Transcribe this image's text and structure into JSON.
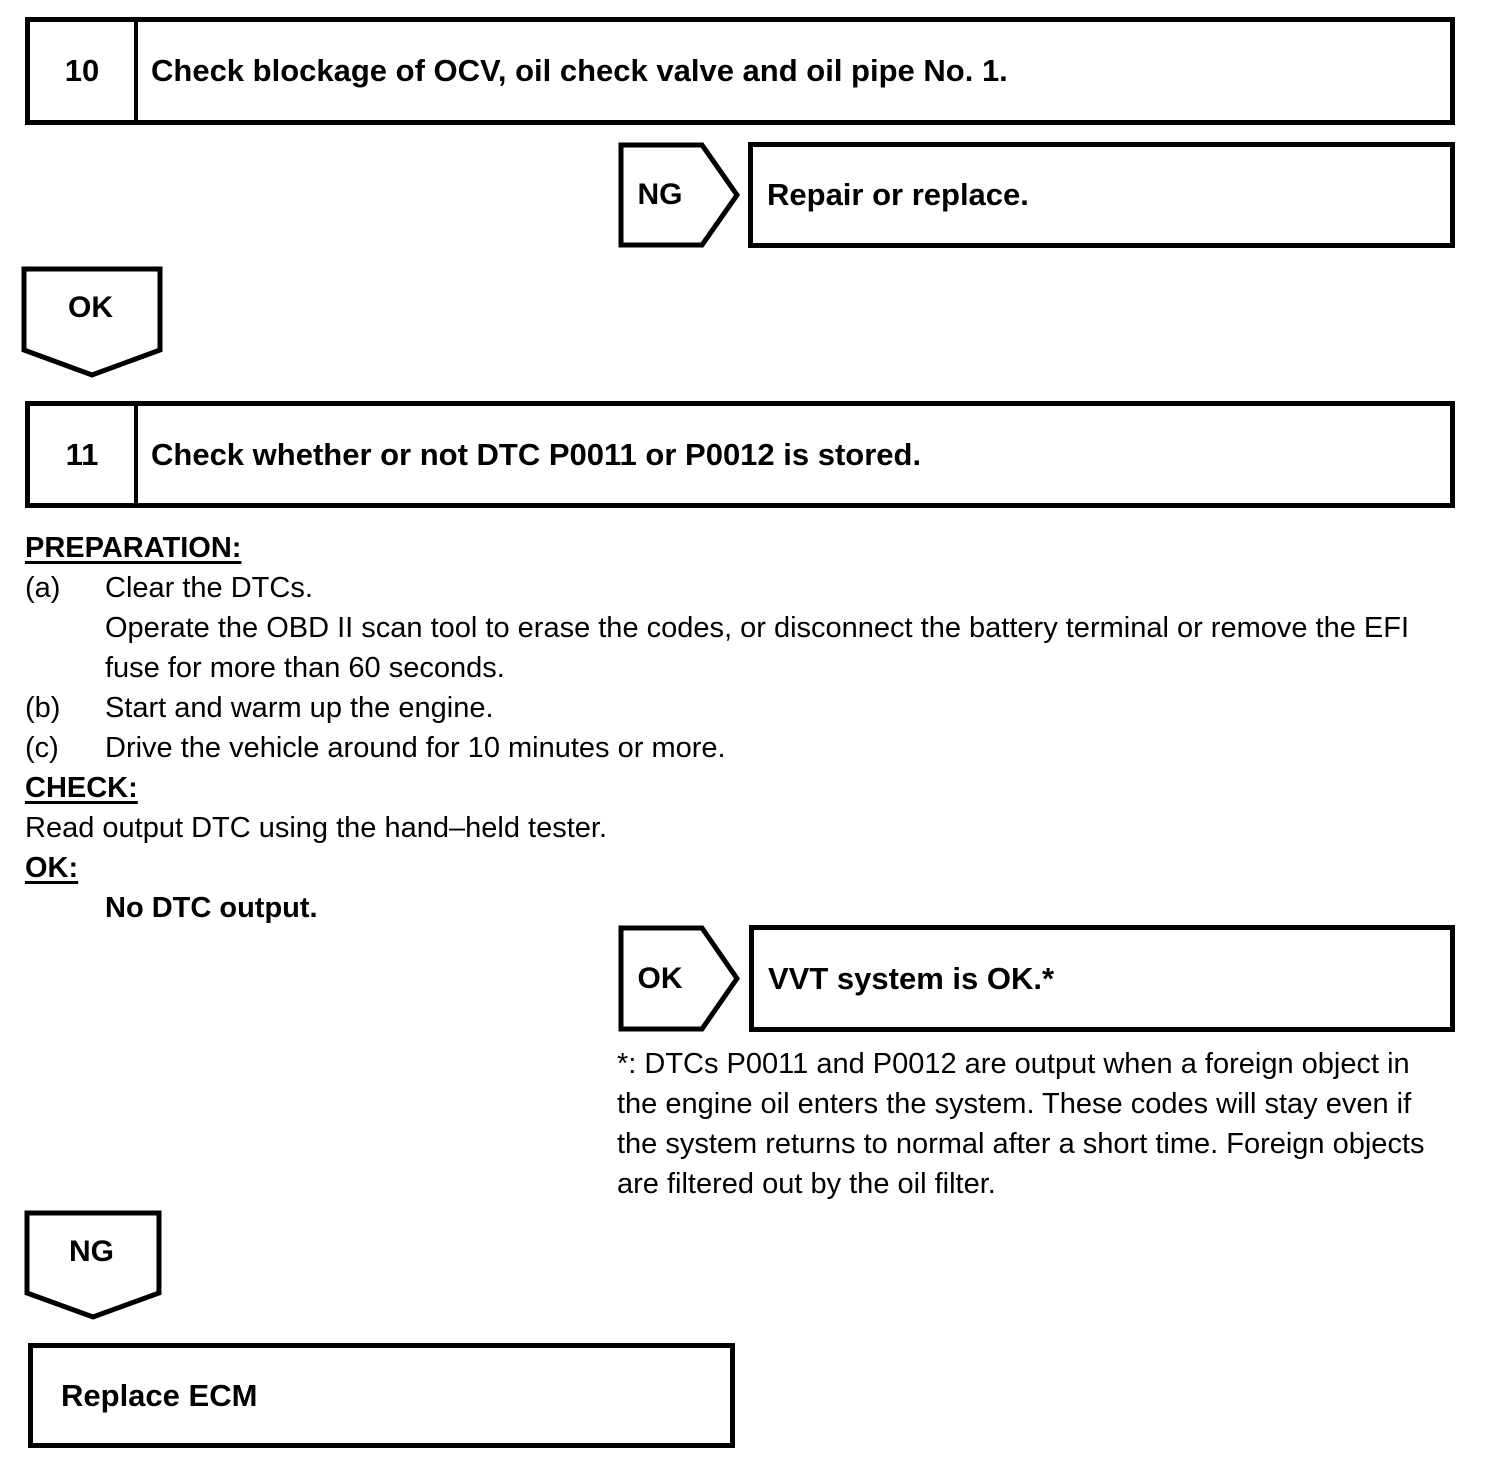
{
  "page": {
    "background": "#ffffff",
    "ink": "#000000"
  },
  "steps": [
    {
      "number": "10",
      "title": "Check blockage of OCV, oil check valve and oil pipe No. 1."
    },
    {
      "number": "11",
      "title": "Check whether or not DTC P0011 or P0012 is stored."
    }
  ],
  "branches": {
    "ng_top": {
      "label": "NG",
      "result": "Repair or replace."
    },
    "ok_result": {
      "label": "OK",
      "result": "VVT system is OK.*"
    }
  },
  "connectors": {
    "ok_down": {
      "label": "OK"
    },
    "ng_down": {
      "label": "NG"
    }
  },
  "sections": {
    "preparation": {
      "heading": "PREPARATION:",
      "items": [
        {
          "marker": "(a)",
          "lines": [
            "Clear the DTCs.",
            "Operate the OBD II scan tool to erase the codes, or disconnect the battery terminal or remove the EFI",
            "fuse for more than 60 seconds."
          ]
        },
        {
          "marker": "(b)",
          "lines": [
            "Start and warm up the engine."
          ]
        },
        {
          "marker": "(c)",
          "lines": [
            "Drive the vehicle around for 10 minutes or more."
          ]
        }
      ]
    },
    "check": {
      "heading": "CHECK:",
      "body": "Read output DTC using the hand–held tester."
    },
    "ok": {
      "heading": "OK:",
      "body": "No DTC output."
    }
  },
  "footnote": {
    "lines": [
      "*: DTCs P0011 and P0012 are output when a foreign object in",
      "the engine oil enters the system. These codes will stay even if",
      "the system returns to normal after a short time. Foreign objects",
      "are filtered out by the oil filter."
    ]
  },
  "final": {
    "title": "Replace ECM"
  }
}
